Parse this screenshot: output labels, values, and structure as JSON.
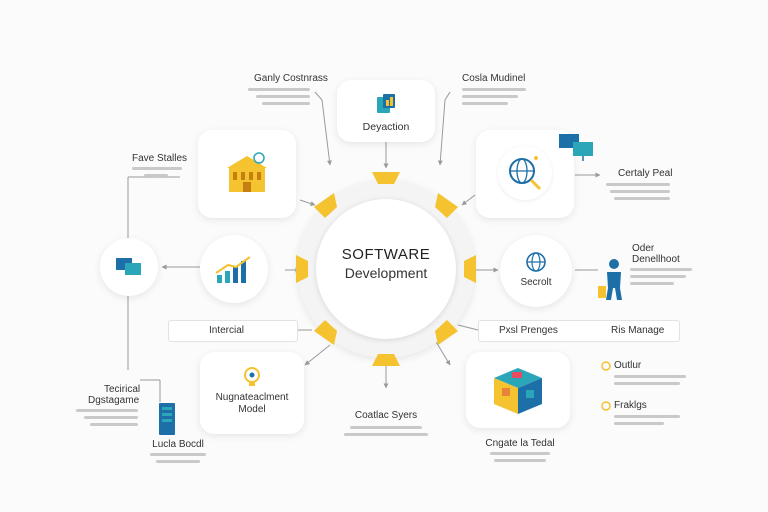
{
  "hub": {
    "title": "SOFTWARE",
    "subtitle": "Development"
  },
  "nodes": {
    "top_card": "Deyaction",
    "interacial_bar": "Intercial",
    "product_bar": "Pxsl Prenges",
    "mid_right_circle": "Secrolt",
    "bottom_left_card": "Nugnateaclment Model",
    "bottom_center_caption": "Coatlac Syers",
    "bottom_right_caption": "Cngate la Tedal",
    "bottom_left_caption": "Lucla Bocdl"
  },
  "callouts": {
    "top_left_title": "Ganly Costnrass",
    "top_right_title": "Cosla Mudinel",
    "left_title": "Fave Stalles",
    "right_title": "Certaly Peal",
    "right_mid_title_1": "Oder",
    "right_mid_title_2": "Denellhoot",
    "risk_title": "Ris Manage",
    "outlet_title": "Outlur",
    "firestops_title": "Fraklgs",
    "technical_title_1": "Tecirical",
    "technical_title_2": "Dgstagame"
  },
  "colors": {
    "accent_yellow": "#f5c230",
    "accent_blue": "#1d6fa8",
    "accent_teal": "#2ba6b8",
    "connector": "#9a9a9a"
  },
  "icons": [
    "document-chart-icon",
    "building-icon",
    "globe-search-icon",
    "monitor-icon",
    "bar-growth-icon",
    "globe-icon",
    "worker-icon",
    "puzzle-cube-icon",
    "bulb-icon",
    "server-icon",
    "monitor-pair-icon"
  ]
}
